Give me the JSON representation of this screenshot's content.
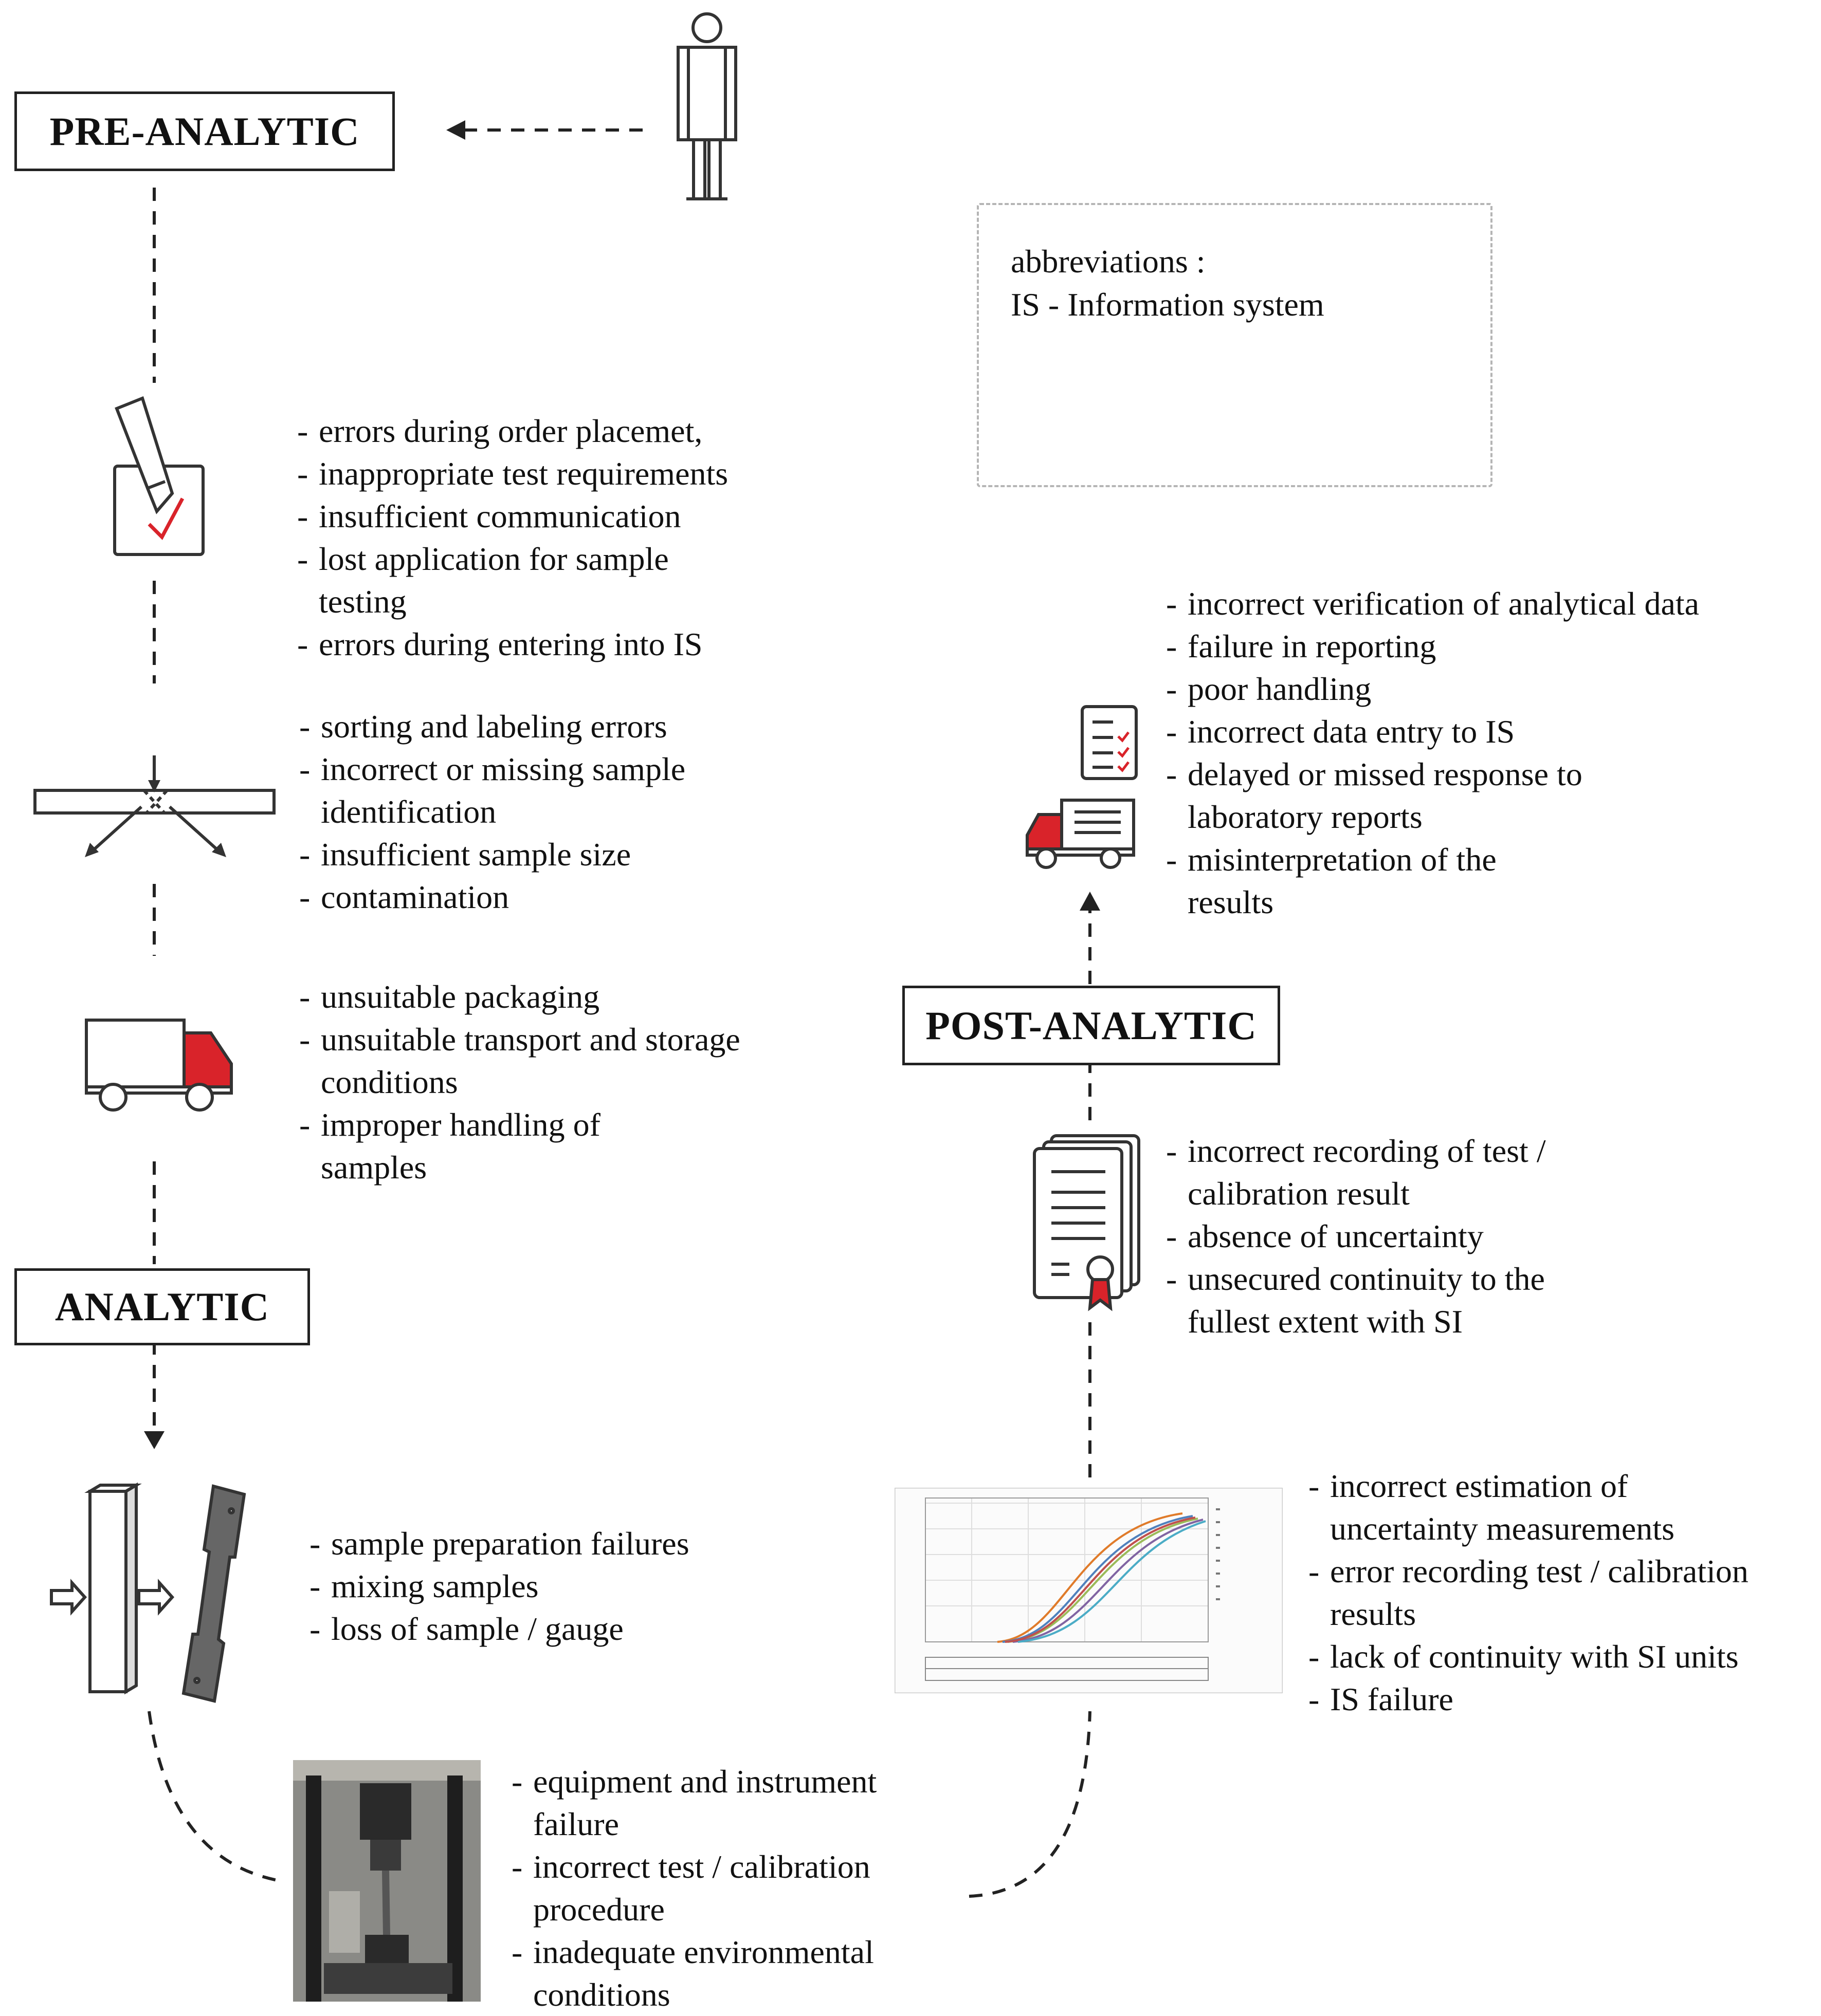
{
  "phases": {
    "pre_analytic": "PRE-ANALYTIC",
    "analytic": "ANALYTIC",
    "post_analytic": "POST-ANALYTIC"
  },
  "abbreviations": {
    "title": "abbreviations :",
    "items": [
      "IS - Information system"
    ]
  },
  "error_groups": {
    "order": [
      "errors during order placemet,",
      "inappropriate test requirements",
      "insufficient communication",
      "lost application for sample testing",
      "errors during entering into IS"
    ],
    "sorting": [
      "sorting and labeling errors",
      "incorrect or missing sample identification",
      "insufficient sample size",
      "contamination"
    ],
    "transport": [
      "unsuitable packaging",
      "unsuitable transport and storage conditions",
      "improper handling of samples"
    ],
    "preparation": [
      "sample preparation failures",
      "mixing samples",
      "loss of sample / gauge"
    ],
    "testing": [
      "equipment and instrument failure",
      "incorrect test / calibration procedure",
      "inadequate environmental conditions"
    ],
    "chart": [
      "incorrect estimation of uncertainty measurements",
      "error recording test / calibration results",
      "lack of continuity with SI units",
      "IS failure"
    ],
    "certificate": [
      "incorrect recording of test / calibration result",
      "absence of uncertainty",
      "unsecured continuity to the fullest extent with SI"
    ],
    "reporting": [
      "incorrect verification of analytical data",
      "failure in reporting",
      "poor handling",
      "incorrect data entry to IS",
      "delayed or missed response to laboratory reports",
      "misinterpretation of the results"
    ]
  },
  "icons": {
    "person": "person-icon",
    "order": "checklist-pen-icon",
    "sorting": "sorting-icon",
    "truck": "truck-icon",
    "specimen": "specimen-icon",
    "machine": "testing-machine-icon",
    "chart": "grading-chart-icon",
    "certificate": "certificate-icon",
    "report": "report-icon",
    "delivery": "delivery-truck-icon"
  },
  "colors": {
    "accent": "#d9232a",
    "line": "#222222",
    "box_border": "#222222",
    "abbr_border": "#b5b5b5"
  }
}
